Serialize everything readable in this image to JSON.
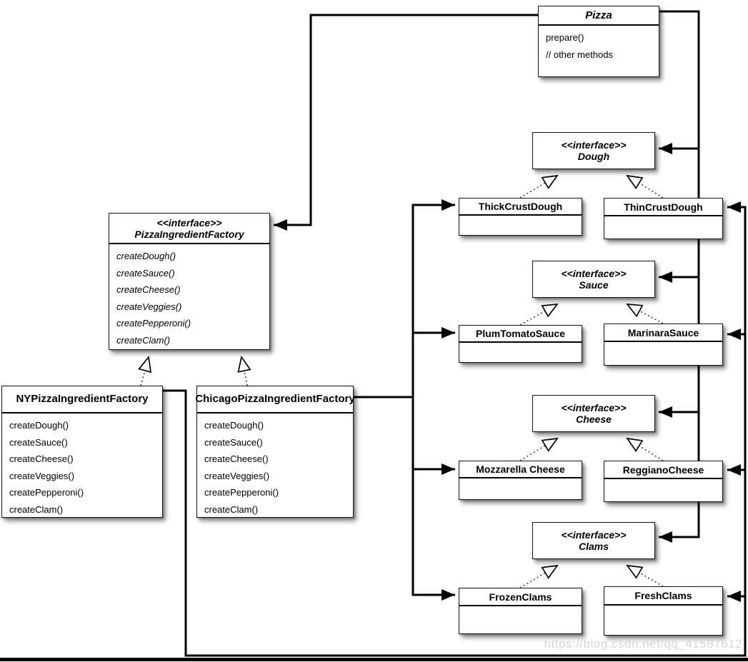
{
  "watermark": "https://blog.csdn.net/qq_41587612",
  "colors": {
    "line": "#000000",
    "box_border": "#141414",
    "watermark": "#d7d7d7",
    "background": "#ffffff"
  },
  "classes": {
    "pizza": {
      "name": "Pizza",
      "methods": [
        "prepare()",
        "// other methods"
      ]
    },
    "pizza_ingredient_factory": {
      "stereotype": "<<interface>>",
      "name": "PizzaIngredientFactory",
      "methods": [
        "createDough()",
        "createSauce()",
        "createCheese()",
        "createVeggies()",
        "createPepperoni()",
        "createClam()"
      ]
    },
    "ny_factory": {
      "name": "NYPizzaIngredientFactory",
      "methods": [
        "createDough()",
        "createSauce()",
        "createCheese()",
        "createVeggies()",
        "createPepperoni()",
        "createClam()"
      ]
    },
    "chicago_factory": {
      "name": "ChicagoPizzaIngredientFactory",
      "methods": [
        "createDough()",
        "createSauce()",
        "createCheese()",
        "createVeggies()",
        "createPepperoni()",
        "createClam()"
      ]
    },
    "dough": {
      "stereotype": "<<interface>>",
      "name": "Dough"
    },
    "thick_crust_dough": {
      "name": "ThickCrustDough"
    },
    "thin_crust_dough": {
      "name": "ThinCrustDough"
    },
    "sauce": {
      "stereotype": "<<interface>>",
      "name": "Sauce"
    },
    "plum_tomato_sauce": {
      "name": "PlumTomatoSauce"
    },
    "marinara_sauce": {
      "name": "MarinaraSauce"
    },
    "cheese": {
      "stereotype": "<<interface>>",
      "name": "Cheese"
    },
    "mozzarella_cheese": {
      "name": "Mozzarella Cheese"
    },
    "reggiano_cheese": {
      "name": "ReggianoCheese"
    },
    "clams": {
      "stereotype": "<<interface>>",
      "name": "Clams"
    },
    "frozen_clams": {
      "name": "FrozenClams"
    },
    "fresh_clams": {
      "name": "FreshClams"
    }
  }
}
